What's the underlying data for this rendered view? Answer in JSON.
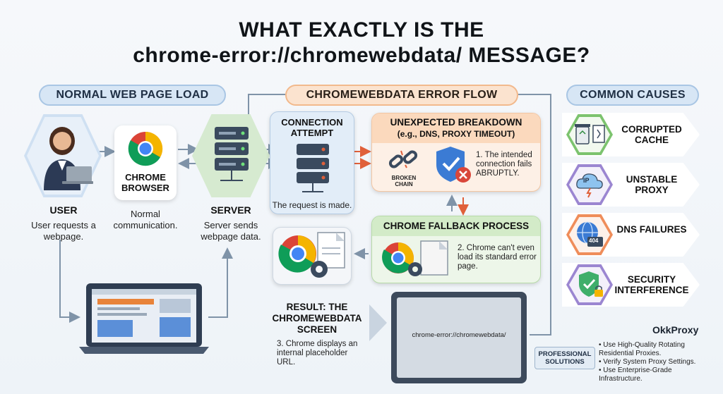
{
  "title": {
    "line1": "WHAT EXACTLY IS THE",
    "line2": "chrome-error://chromewebdata/ MESSAGE?"
  },
  "sections": {
    "normal": "NORMAL WEB PAGE LOAD",
    "error": "CHROMEWEBDATA ERROR FLOW",
    "causes": "COMMON CAUSES"
  },
  "normal": {
    "user_label": "USER",
    "user_desc": "User requests a webpage.",
    "browser_label": "CHROME BROWSER",
    "browser_desc": "Normal communication.",
    "server_label": "SERVER",
    "server_desc": "Server sends webpage data."
  },
  "error": {
    "attempt_title": "CONNECTION ATTEMPT",
    "attempt_desc": "The request is made.",
    "breakdown_title": "UNEXPECTED BREAKDOWN",
    "breakdown_sub": "(e.g., DNS, PROXY TIMEOUT)",
    "broken_chain": "BROKEN CHAIN",
    "breakdown_desc": "1. The intended connection fails ABRUPTLY.",
    "fallback_title": "CHROME FALLBACK PROCESS",
    "fallback_desc": "2. Chrome can't even load its standard error page.",
    "result_title": "RESULT: THE CHROMEWEBDATA SCREEN",
    "result_desc": "3. Chrome displays an internal placeholder URL.",
    "screen_url": "chrome-error://chromewebdata/"
  },
  "causes": [
    {
      "label": "CORRUPTED CACHE",
      "icon": "trash-icon",
      "color": "#7cc36e"
    },
    {
      "label": "UNSTABLE PROXY",
      "icon": "cloud-ip-icon",
      "color": "#9b86d1",
      "badge": "IP"
    },
    {
      "label": "DNS FAILURES",
      "icon": "globe-icon",
      "color": "#ef8d5a",
      "badge": "404"
    },
    {
      "label": "SECURITY INTERFERENCE",
      "icon": "shield-icon",
      "color": "#9b86d1"
    }
  ],
  "solutions": {
    "brand": "OkkProxy",
    "badge": "PROFESSIONAL SOLUTIONS",
    "items": [
      "Use High-Quality Rotating Residential Proxies.",
      "Verify System Proxy Settings.",
      "Use Enterprise-Grade Infrastructure."
    ]
  }
}
